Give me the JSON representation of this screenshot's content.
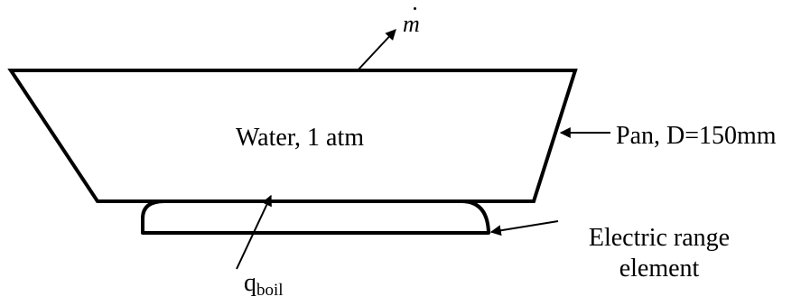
{
  "labels": {
    "mass_flow": "m",
    "water": "Water, 1 atm",
    "pan": "Pan, D=150mm",
    "element_line1": "Electric range",
    "element_line2": "element",
    "heat_base": "q",
    "heat_sub": "boil"
  },
  "colors": {
    "stroke": "#000000",
    "background": "#ffffff"
  }
}
